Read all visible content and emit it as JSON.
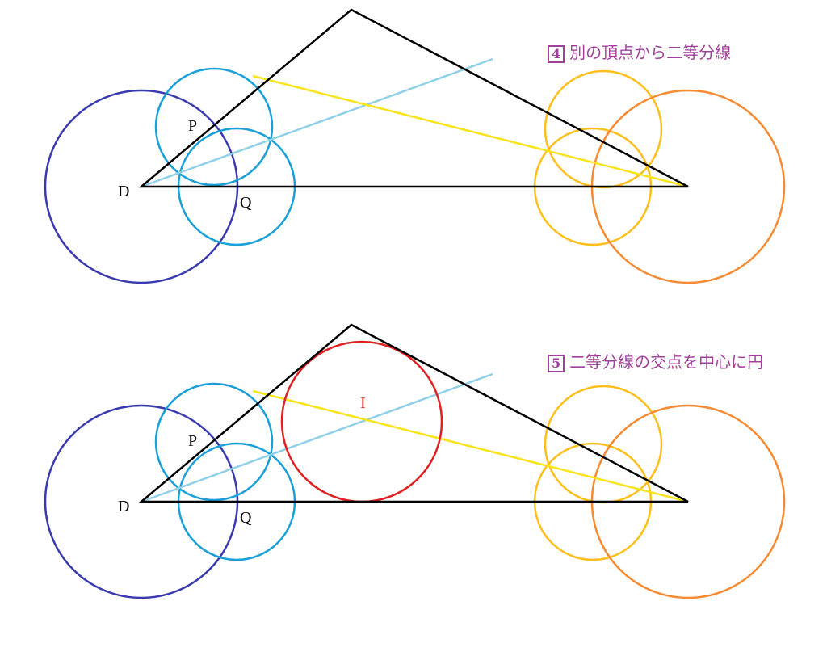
{
  "steps": [
    {
      "number": "4",
      "caption": "別の頂点から二等分線"
    },
    {
      "number": "5",
      "caption": "二等分線の交点を中心に円"
    }
  ],
  "labels": {
    "D": "D",
    "P": "P",
    "Q": "Q",
    "I": "I"
  },
  "colors": {
    "triangle": "#000000",
    "circle_D": "#3a3ab0",
    "circles_PQ": "#1aa0d8",
    "bisector_D": "#8fd0e8",
    "bisector_right": "#f7e41a",
    "circles_right_small": "#ffbf1a",
    "circle_right_large": "#f78a30",
    "incircle": "#e02020"
  }
}
